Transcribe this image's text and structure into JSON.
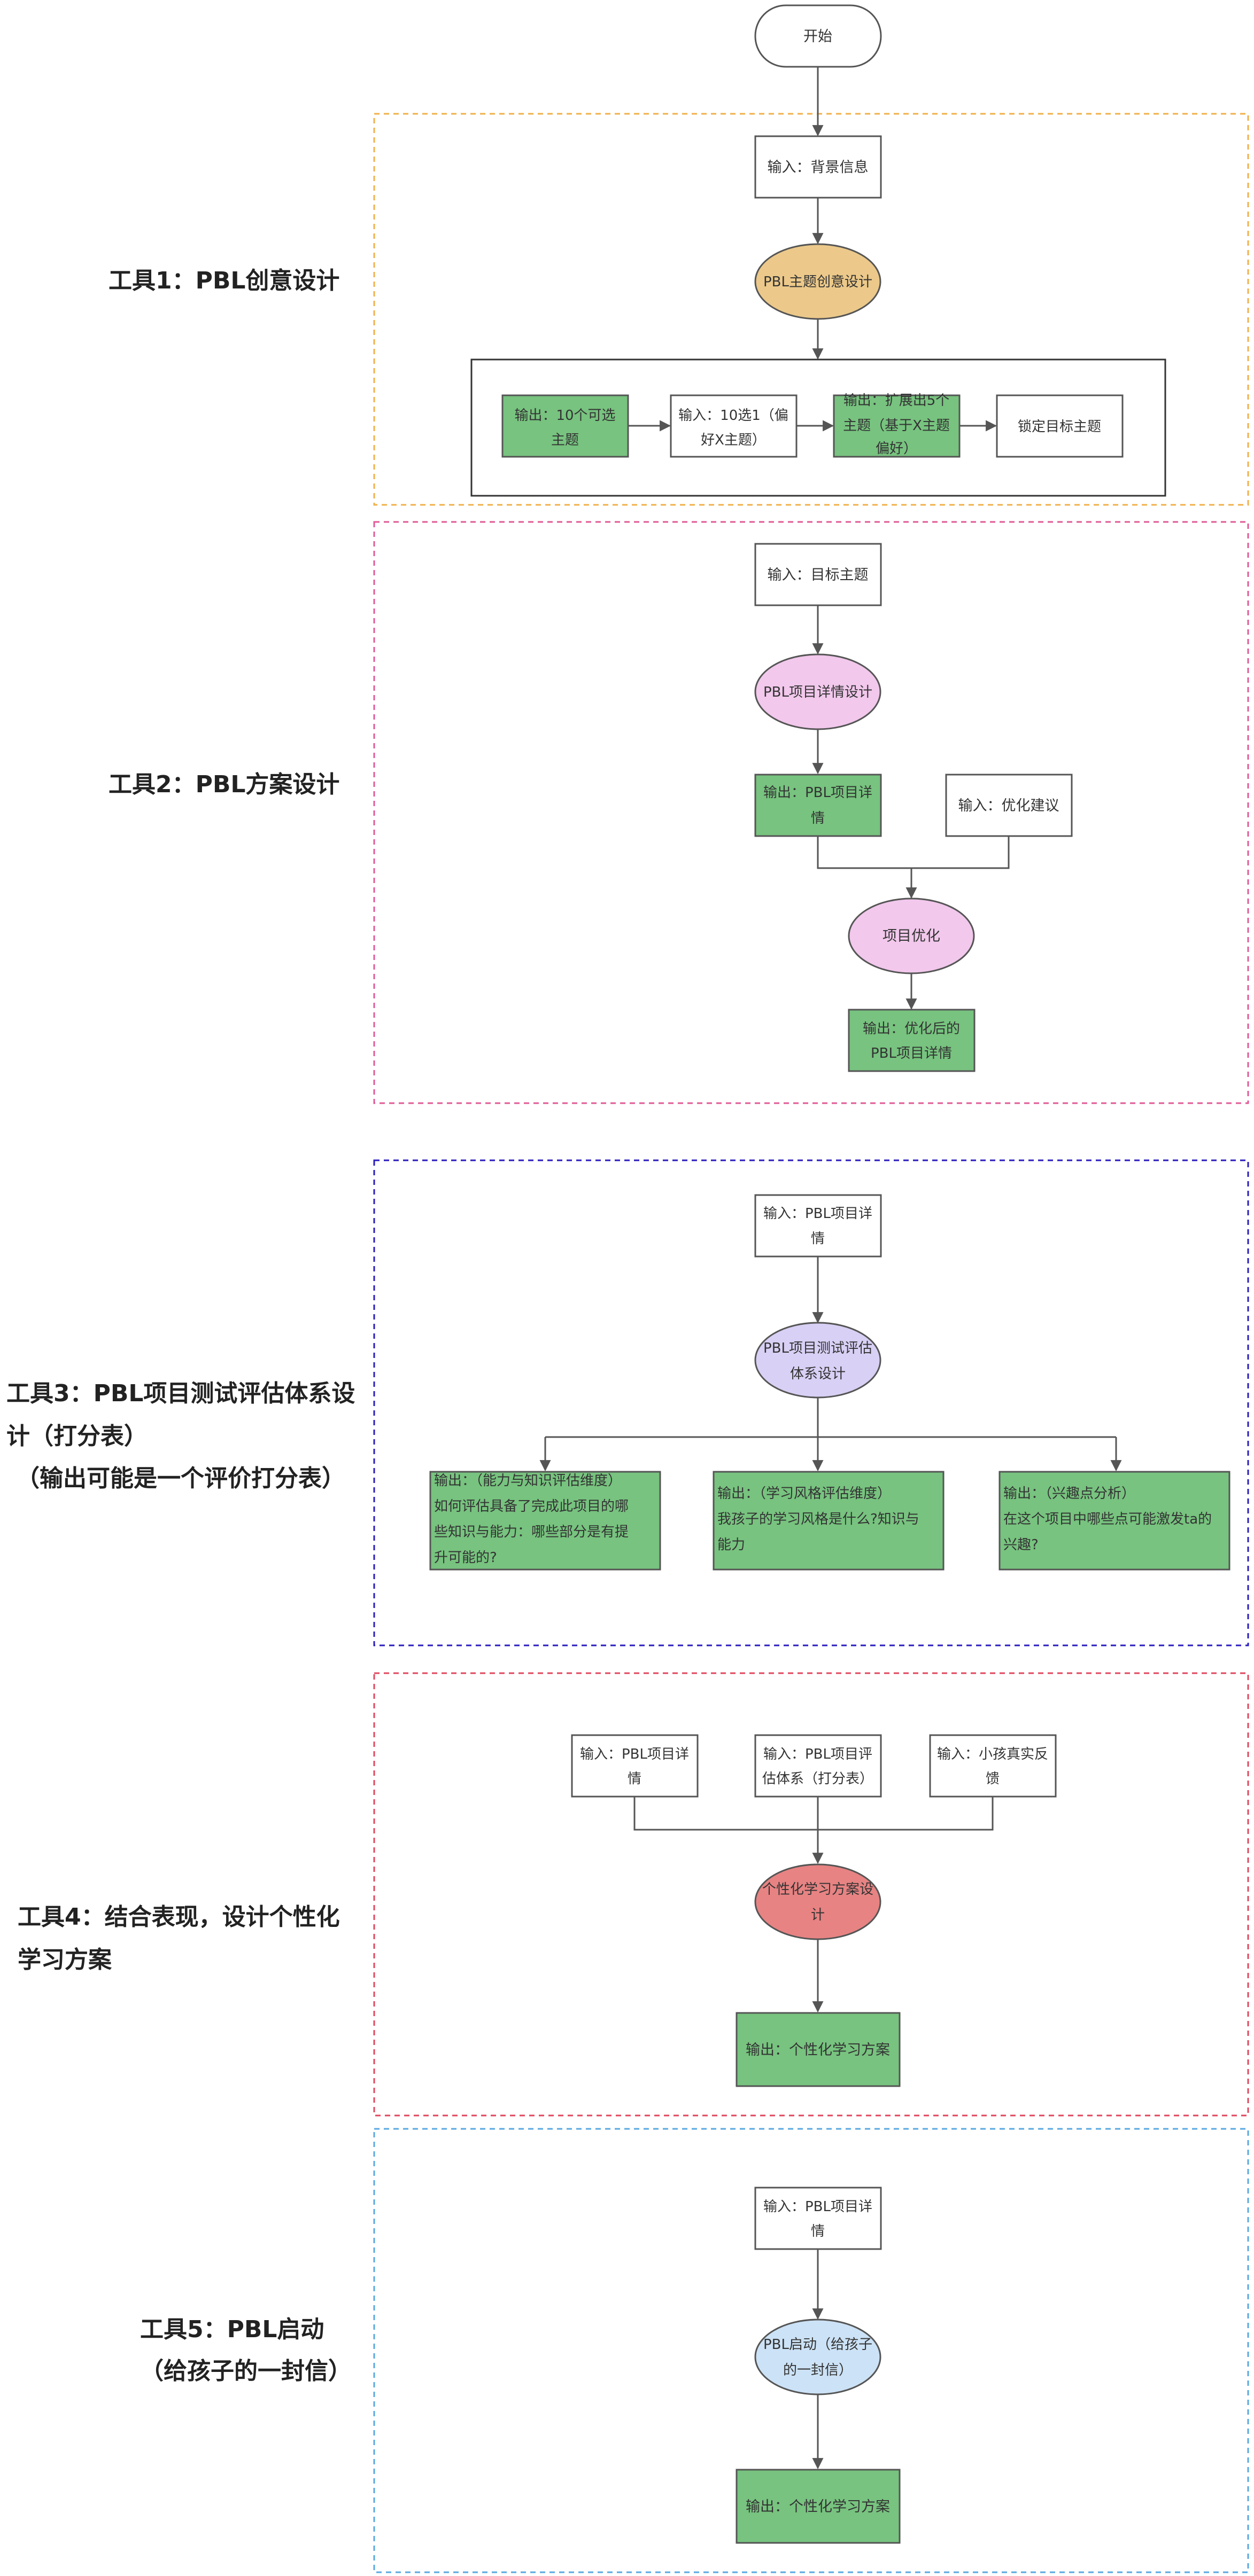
{
  "start": "开始",
  "colors": {
    "green": "#77c37f",
    "ellipse_yellow": "#ecc98a",
    "ellipse_pink": "#f2c8ec",
    "ellipse_purple": "#d9d0f5",
    "ellipse_red": "#e88383",
    "ellipse_blue": "#cce2f6",
    "frame1": "#f0b04a",
    "frame2": "#e05a96",
    "frame3": "#2a1dbd",
    "frame4": "#e0475e",
    "frame5": "#5aa8e0",
    "line": "#555555"
  },
  "tool1": {
    "label": "工具1：PBL创意设计",
    "input": "输入：背景信息",
    "process": "PBL主题创意设计",
    "out1": [
      "输出：10个可选",
      "主题"
    ],
    "in2": [
      "输入：10选1（偏",
      "好X主题）"
    ],
    "out2": [
      "输出：扩展出5个",
      "主题（基于X主题",
      "偏好）"
    ],
    "lock": "锁定目标主题"
  },
  "tool2": {
    "label": "工具2：PBL方案设计",
    "input": "输入：目标主题",
    "process": "PBL项目详情设计",
    "output": [
      "输出：PBL项目详",
      "情"
    ],
    "input2": "输入：优化建议",
    "process2": "项目优化",
    "output2": [
      "输出：优化后的",
      "PBL项目详情"
    ]
  },
  "tool3": {
    "label": [
      "工具3：PBL项目测试评估体系设",
      "计（打分表）",
      "（输出可能是一个评价打分表）"
    ],
    "input": [
      "输入：PBL项目详",
      "情"
    ],
    "process": [
      "PBL项目测试评估",
      "体系设计"
    ],
    "out_a": [
      "输出：（能力与知识评估维度）",
      "如何评估具备了完成此项目的哪",
      "些知识与能力：哪些部分是有提",
      "升可能的?"
    ],
    "out_b": [
      "输出：（学习风格评估维度）",
      "我孩子的学习风格是什么?知识与",
      "能力"
    ],
    "out_c": [
      "输出：（兴趣点分析）",
      "在这个项目中哪些点可能激发ta的",
      "兴趣?"
    ]
  },
  "tool4": {
    "label": [
      "工具4：结合表现，设计个性化",
      "学习方案"
    ],
    "in_a": [
      "输入：PBL项目详",
      "情"
    ],
    "in_b": [
      "输入：PBL项目评",
      "估体系（打分表）"
    ],
    "in_c": [
      "输入：小孩真实反",
      "馈"
    ],
    "process": [
      "个性化学习方案设",
      "计"
    ],
    "output": "输出：个性化学习方案"
  },
  "tool5": {
    "label": [
      "工具5：PBL启动",
      "（给孩子的一封信）"
    ],
    "input": [
      "输入：PBL项目详",
      "情"
    ],
    "process": [
      "PBL启动（给孩子",
      "的一封信）"
    ],
    "output": "输出：个性化学习方案"
  }
}
